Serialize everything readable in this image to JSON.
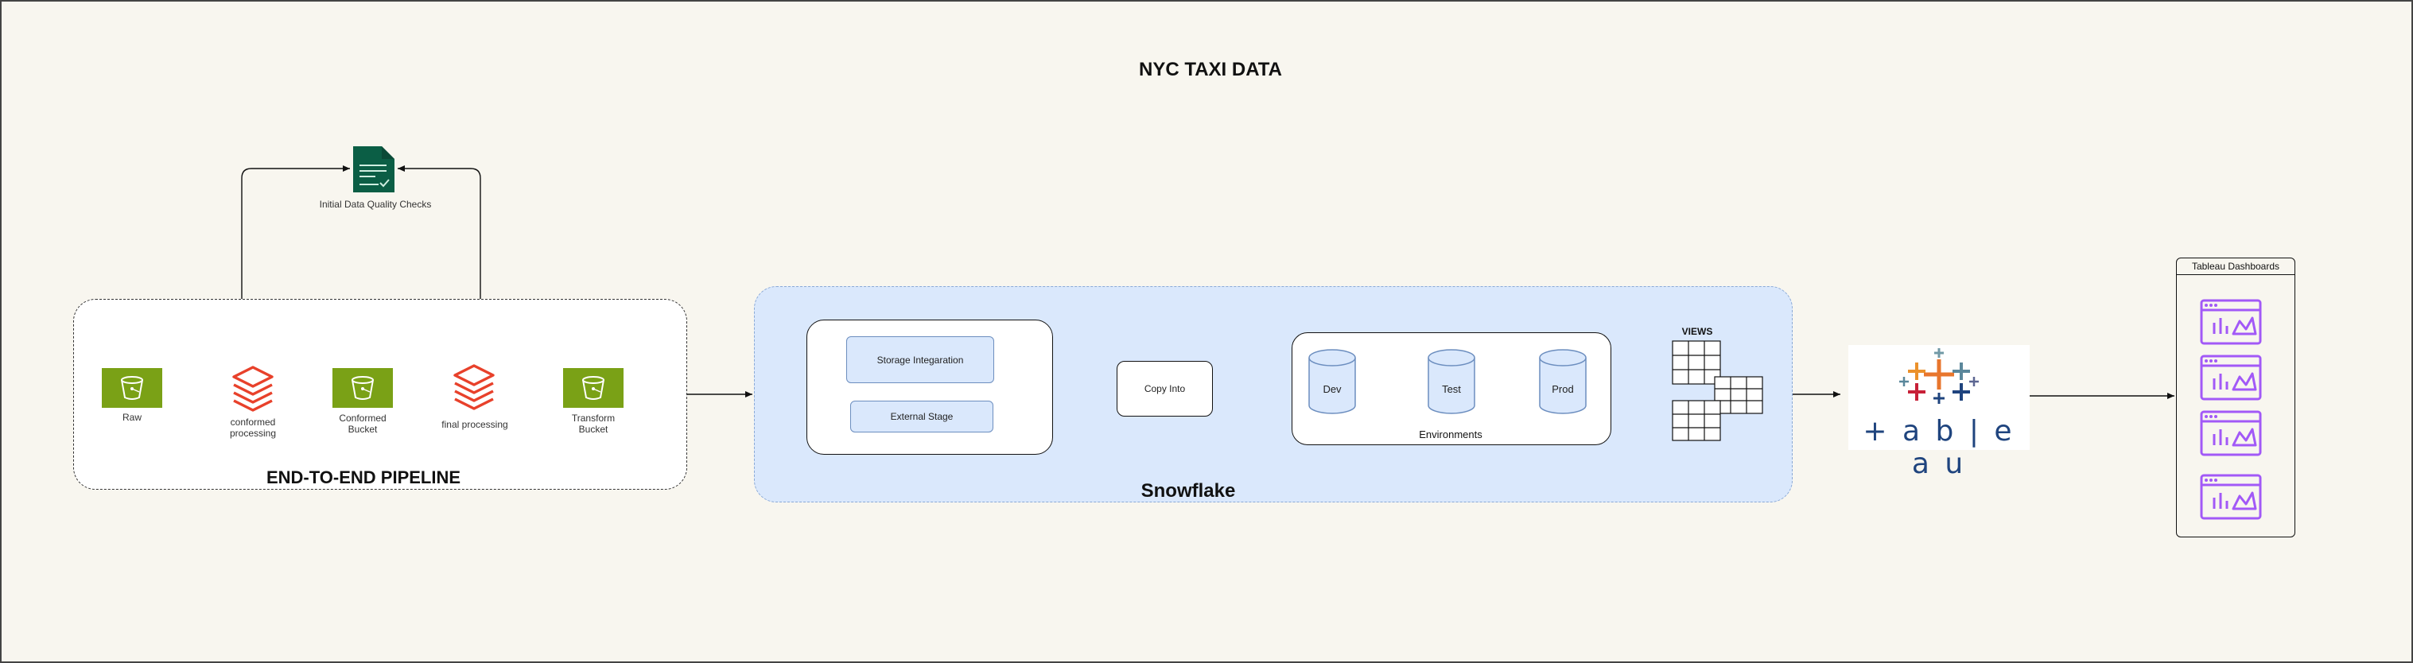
{
  "title": "NYC TAXI DATA",
  "pipeline": {
    "group_label": "END-TO-END PIPELINE",
    "quality_check_label": "Initial Data Quality Checks",
    "raw_label": "Raw",
    "conformed_processing_label": "conformed processing",
    "conformed_bucket_label": "Conformed Bucket",
    "final_processing_label": "final processing",
    "transform_bucket_label": "Transform Bucket"
  },
  "snowflake": {
    "group_label": "Snowflake",
    "storage_integration_label": "Storage Integaration",
    "external_stage_label": "External Stage",
    "copy_into_label": "Copy Into",
    "environments_label": "Environments",
    "dev_label": "Dev",
    "test_label": "Test",
    "prod_label": "Prod",
    "views_label": "VIEWS"
  },
  "tableau": {
    "logo_text": "+ a b | e a u",
    "dashboards_label": "Tableau Dashboards"
  },
  "colors": {
    "background": "#f8f6ef",
    "bucket_green": "#7aa116",
    "databricks_red": "#e8412b",
    "document_green": "#0b5e45",
    "snowflake_fill": "#dae8fc",
    "snowflake_border": "#6c8ebf",
    "dashboard_purple": "#a259f7",
    "tableau_blue": "#1f447e"
  }
}
